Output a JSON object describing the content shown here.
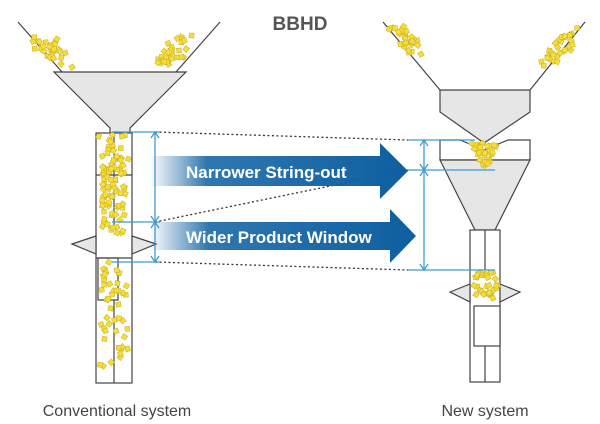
{
  "title": "BBHD",
  "arrows": {
    "top_label": "Narrower String-out",
    "bottom_label": "Wider Product Window"
  },
  "captions": {
    "left": "Conventional system",
    "right": "New system"
  },
  "colors": {
    "arrow_blue": "#0d5fa0",
    "measure_blue": "#3f9bd0",
    "product_yellow": "#f4dd3e",
    "hopper_grey": "#e6e6e6"
  }
}
